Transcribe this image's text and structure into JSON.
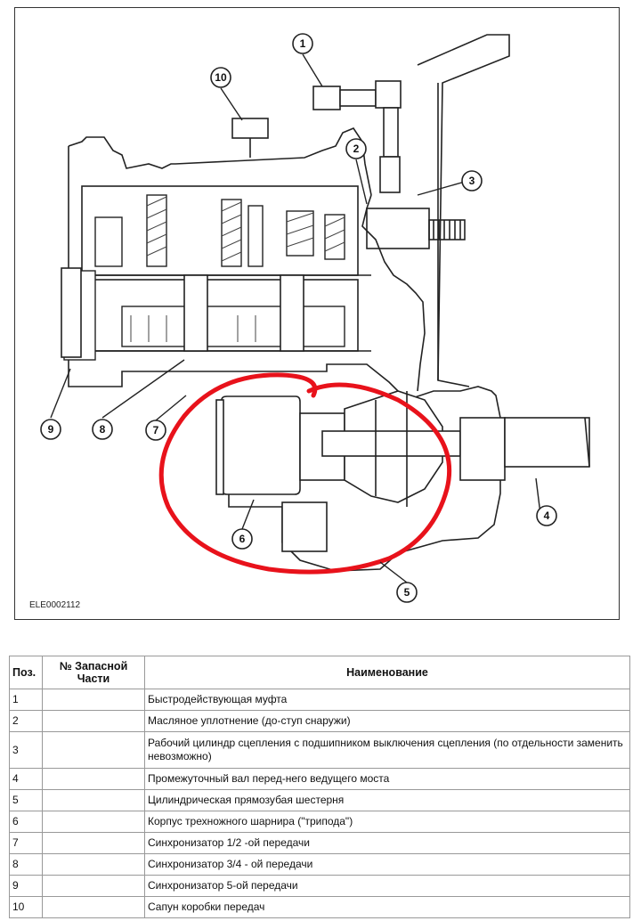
{
  "diagram": {
    "figure_id": "ELE0002112",
    "callouts": [
      "1",
      "2",
      "3",
      "4",
      "5",
      "6",
      "7",
      "8",
      "9",
      "10"
    ]
  },
  "legend": {
    "headers": {
      "pos": "Поз.",
      "part": "№ Запасной Части",
      "name": "Наименование"
    },
    "rows": [
      {
        "pos": "1",
        "part": "",
        "name": "Быстродействующая муфта"
      },
      {
        "pos": "2",
        "part": "",
        "name": "Масляное уплотнение (до-ступ снаружи)"
      },
      {
        "pos": "3",
        "part": "",
        "name": "Рабочий цилиндр сцепления с подшипником выключения сцепления (по отдельности заменить невозможно)"
      },
      {
        "pos": "4",
        "part": "",
        "name": "Промежуточный вал перед-него ведущего моста"
      },
      {
        "pos": "5",
        "part": "",
        "name": "Цилиндрическая прямозубая шестерня"
      },
      {
        "pos": "6",
        "part": "",
        "name": "Корпус трехножного шарнира (\"трипода\")"
      },
      {
        "pos": "7",
        "part": "",
        "name": "Синхронизатор 1/2 -ой передачи"
      },
      {
        "pos": "8",
        "part": "",
        "name": "Синхронизатор 3/4 - ой передачи"
      },
      {
        "pos": "9",
        "part": "",
        "name": "Синхронизатор 5-ой передачи"
      },
      {
        "pos": "10",
        "part": "",
        "name": "Сапун коробки передач"
      }
    ]
  },
  "colors": {
    "line": "#222222",
    "highlight": "#e8121b"
  }
}
